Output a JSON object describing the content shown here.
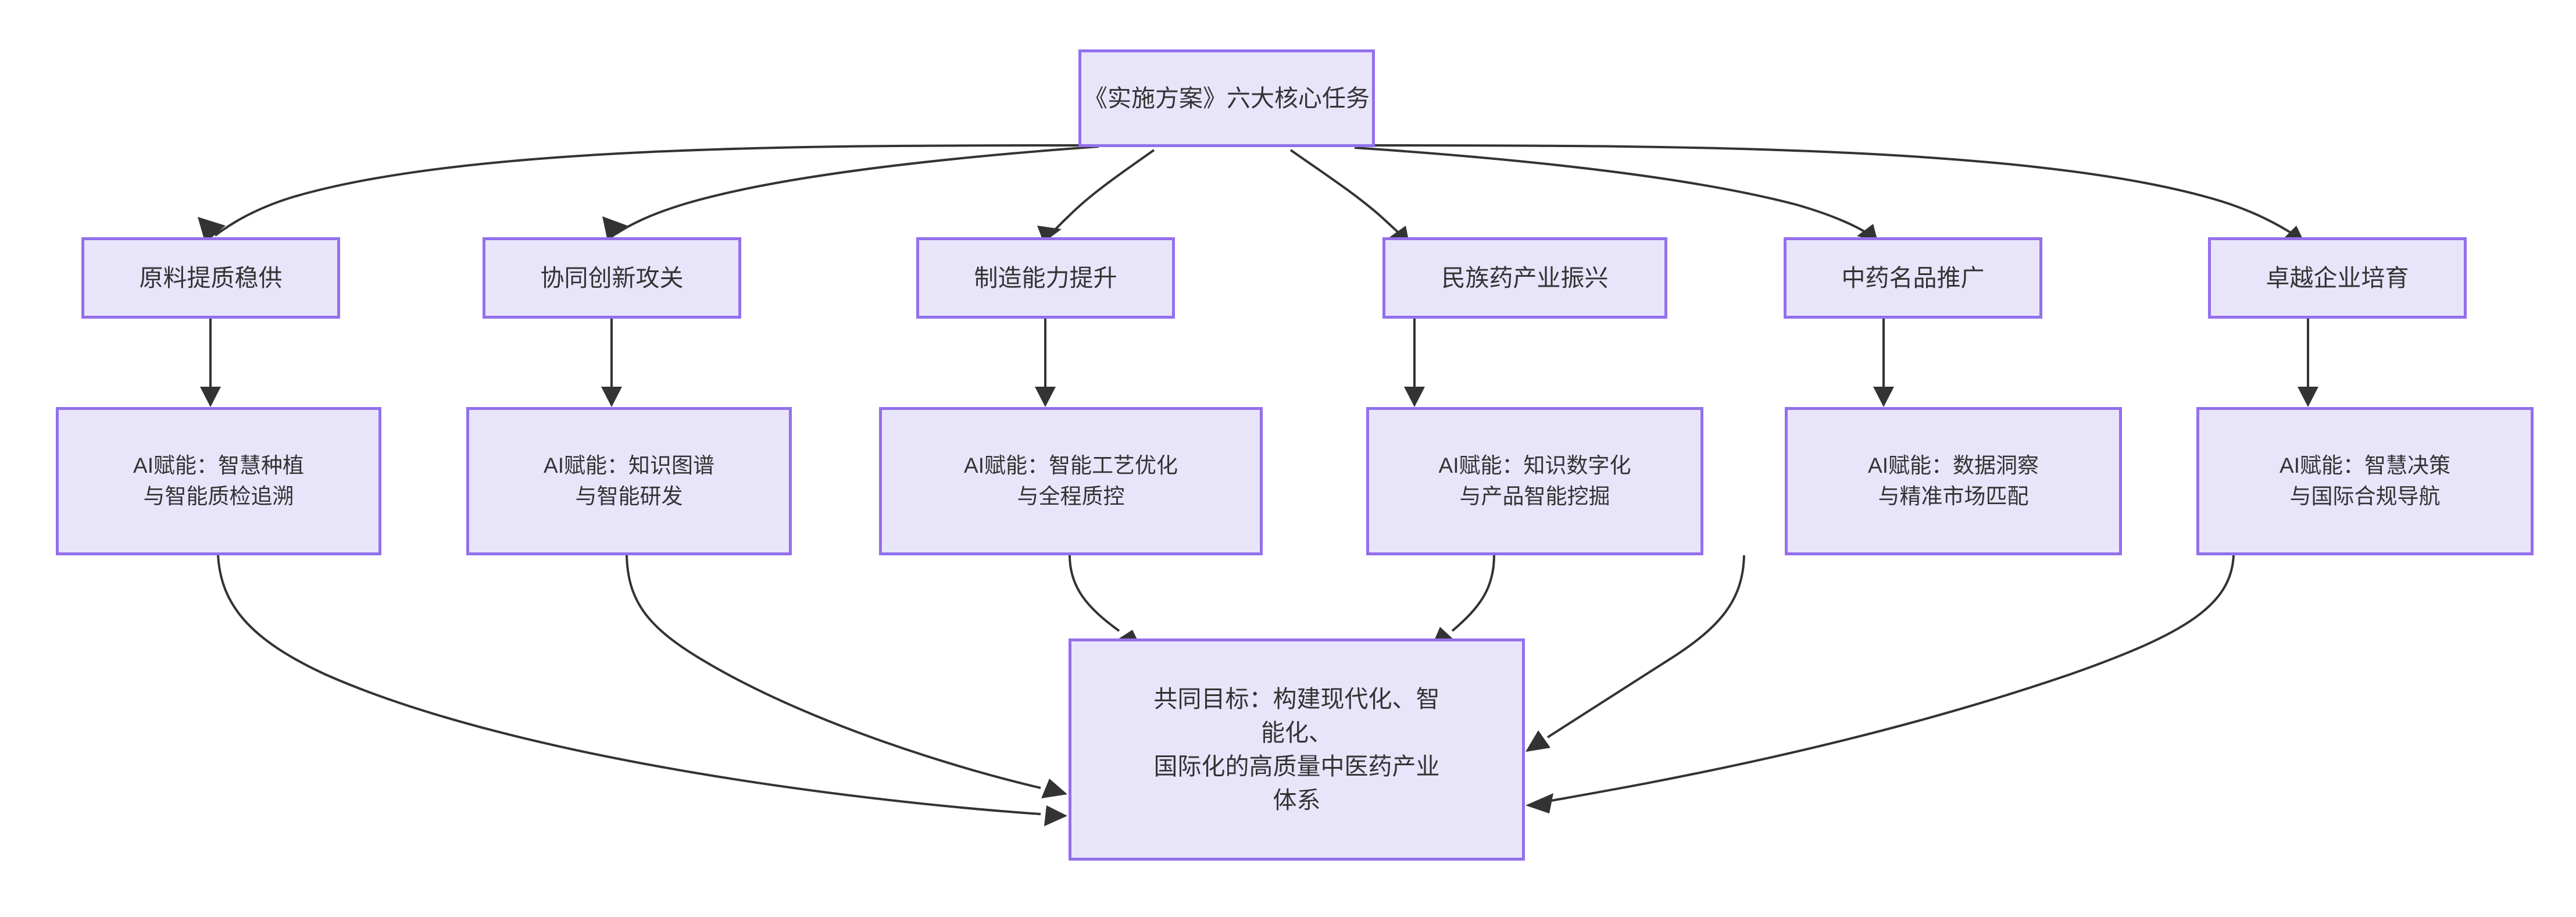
{
  "diagram": {
    "type": "flowchart",
    "direction": "top-down",
    "title_node": "root",
    "colors": {
      "node_fill": "#e8e5fb",
      "node_border": "#9370ec",
      "edge_stroke": "#333333",
      "text": "#333333",
      "background": "#ffffff"
    },
    "root": {
      "id": "root",
      "label": "《实施方案》六大核心任务"
    },
    "tasks": [
      {
        "id": "task1",
        "label": "原料提质稳供"
      },
      {
        "id": "task2",
        "label": "协同创新攻关"
      },
      {
        "id": "task3",
        "label": "制造能力提升"
      },
      {
        "id": "task4",
        "label": "民族药产业振兴"
      },
      {
        "id": "task5",
        "label": "中药名品推广"
      },
      {
        "id": "task6",
        "label": "卓越企业培育"
      }
    ],
    "ai_nodes": [
      {
        "id": "ai1",
        "label": "AI赋能：智慧种植\n与智能质检追溯"
      },
      {
        "id": "ai2",
        "label": "AI赋能：知识图谱\n与智能研发"
      },
      {
        "id": "ai3",
        "label": "AI赋能：智能工艺优化\n与全程质控"
      },
      {
        "id": "ai4",
        "label": "AI赋能：知识数字化\n与产品智能挖掘"
      },
      {
        "id": "ai5",
        "label": "AI赋能：数据洞察\n与精准市场匹配"
      },
      {
        "id": "ai6",
        "label": "AI赋能：智慧决策\n与国际合规导航"
      }
    ],
    "goal": {
      "id": "goal",
      "label": "共同目标：构建现代化、智\n能化、\n国际化的高质量中医药产业\n体系"
    },
    "edges": [
      {
        "from": "root",
        "to": "task1"
      },
      {
        "from": "root",
        "to": "task2"
      },
      {
        "from": "root",
        "to": "task3"
      },
      {
        "from": "root",
        "to": "task4"
      },
      {
        "from": "root",
        "to": "task5"
      },
      {
        "from": "root",
        "to": "task6"
      },
      {
        "from": "task1",
        "to": "ai1"
      },
      {
        "from": "task2",
        "to": "ai2"
      },
      {
        "from": "task3",
        "to": "ai3"
      },
      {
        "from": "task4",
        "to": "ai4"
      },
      {
        "from": "task5",
        "to": "ai5"
      },
      {
        "from": "task6",
        "to": "ai6"
      },
      {
        "from": "ai1",
        "to": "goal"
      },
      {
        "from": "ai2",
        "to": "goal"
      },
      {
        "from": "ai3",
        "to": "goal"
      },
      {
        "from": "ai4",
        "to": "goal"
      },
      {
        "from": "ai5",
        "to": "goal"
      },
      {
        "from": "ai6",
        "to": "goal"
      }
    ]
  }
}
